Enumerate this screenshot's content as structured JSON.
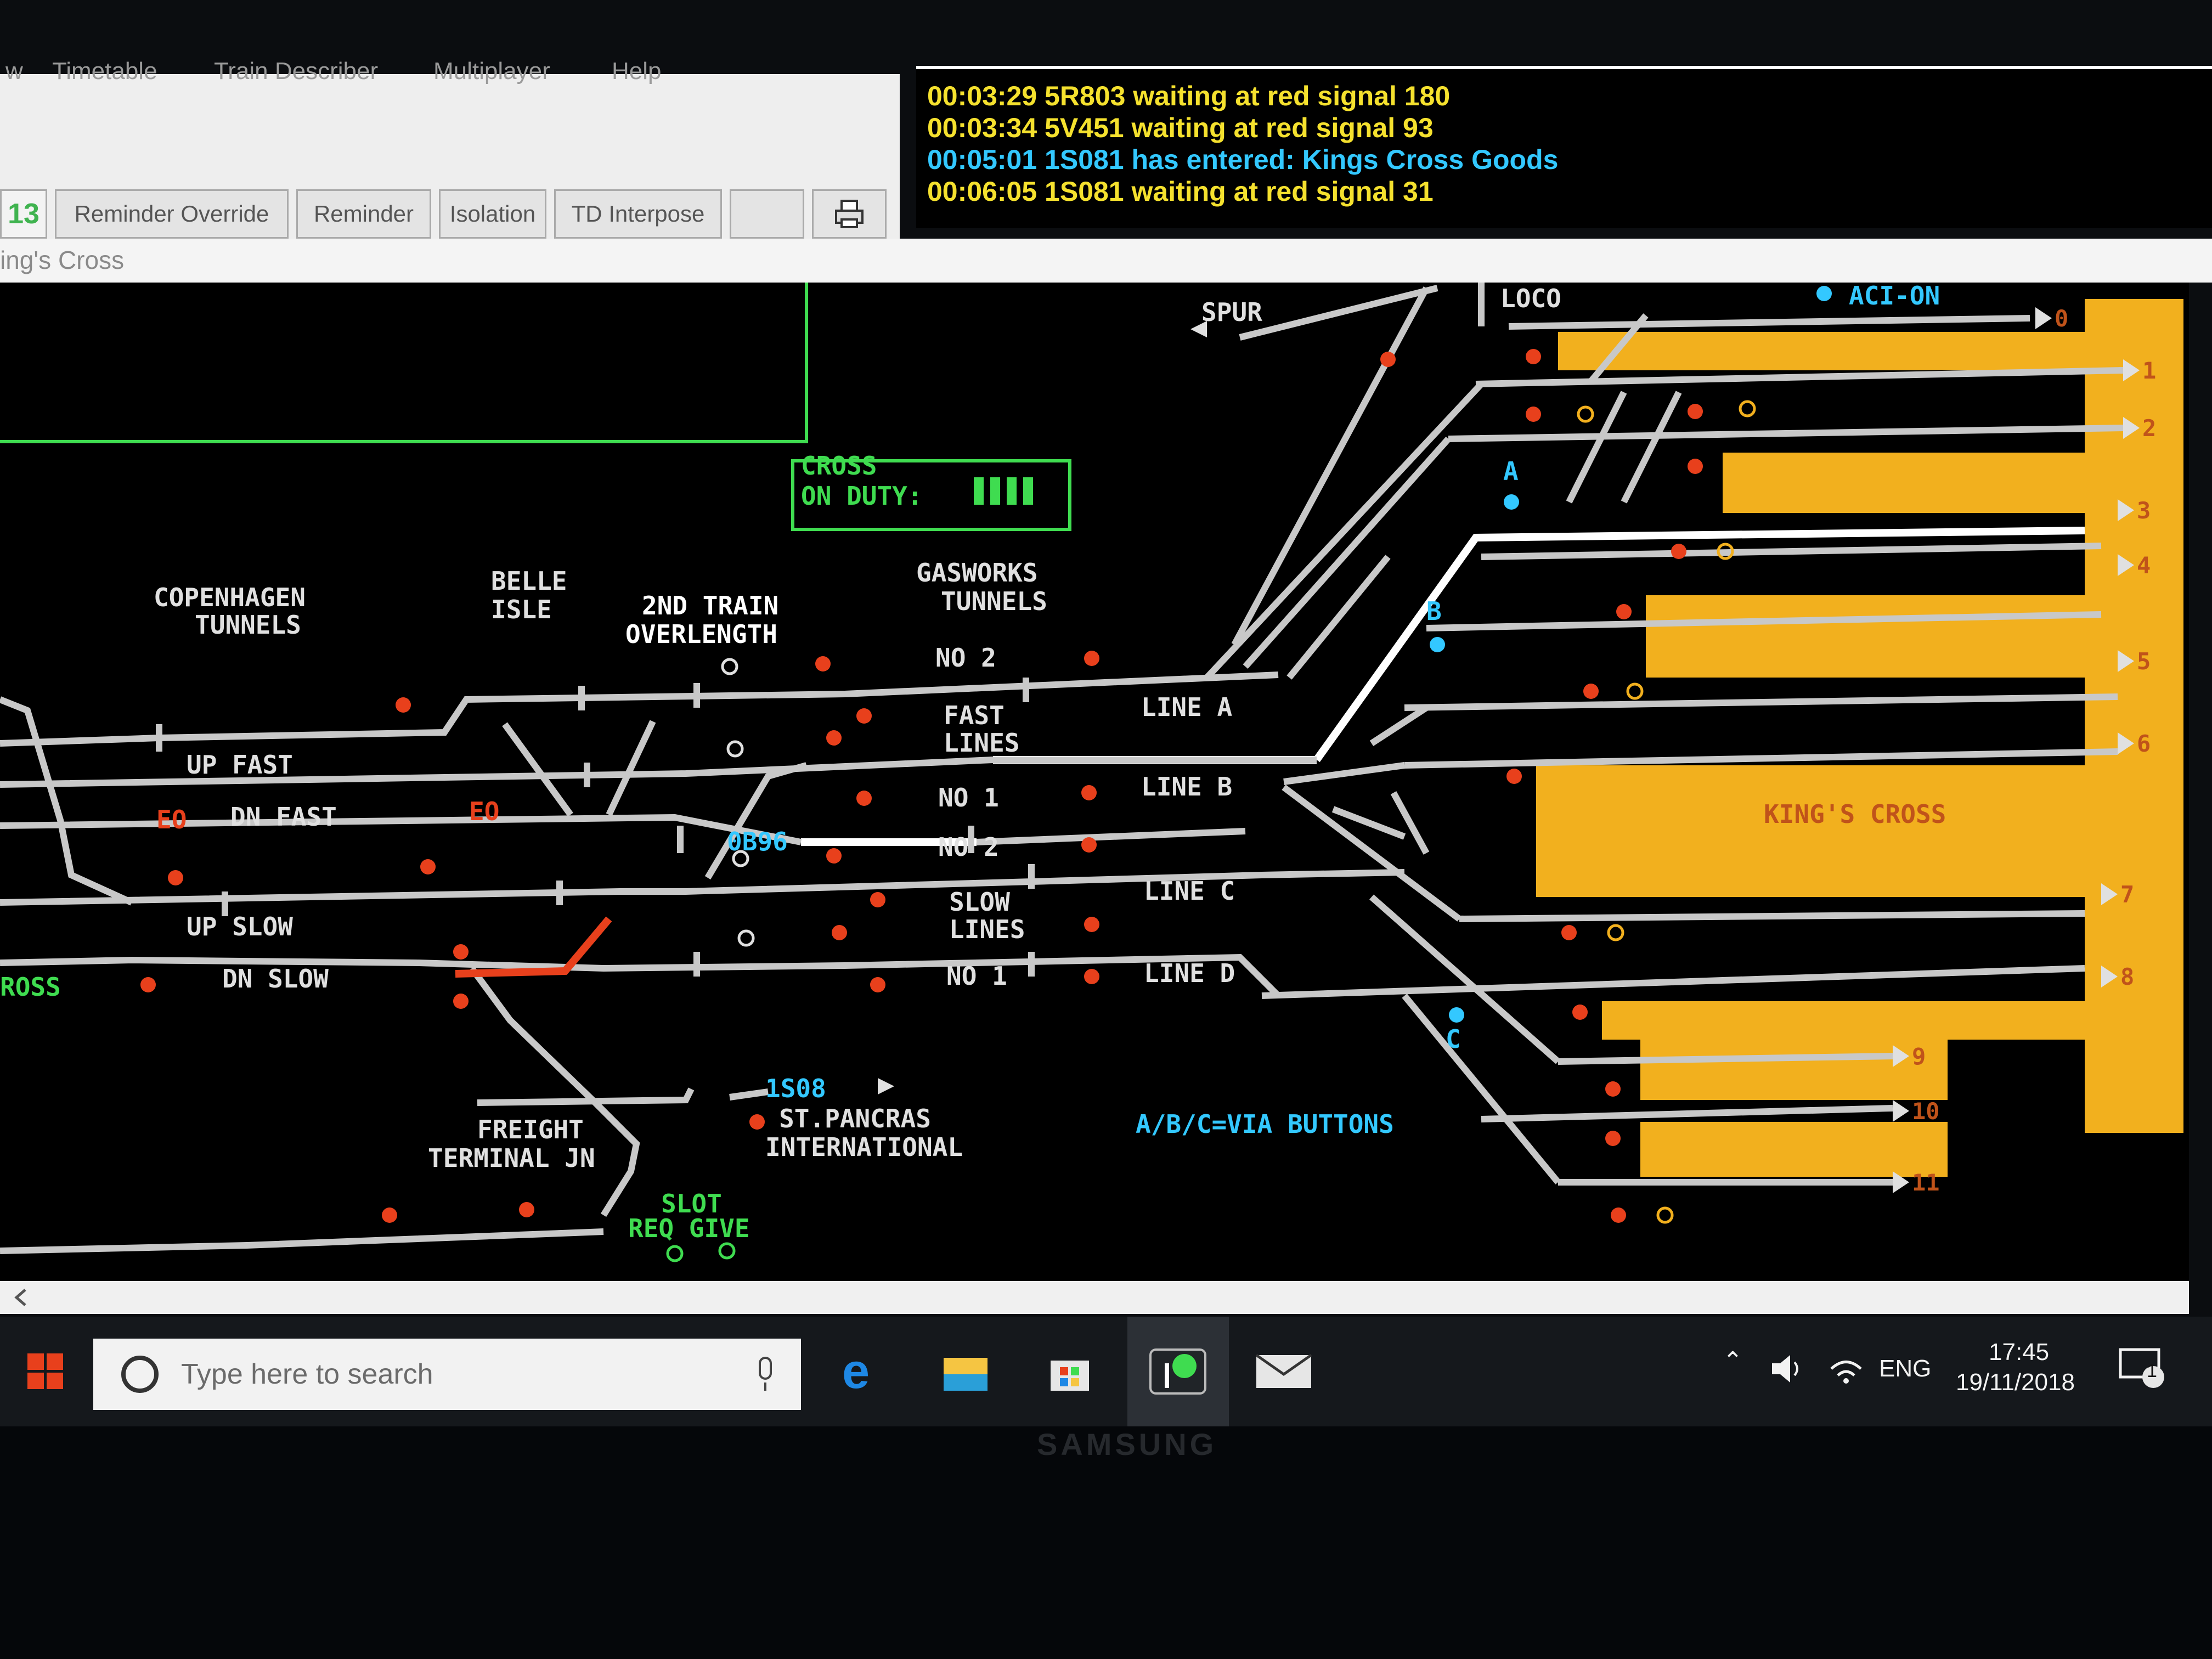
{
  "app": {
    "window_title": "ing's Cross",
    "menu": [
      "w",
      "Timetable",
      "Train Describer",
      "Multiplayer",
      "Help"
    ],
    "counter": "13",
    "toolbar": [
      "Reminder Override",
      "Reminder",
      "Isolation",
      "TD Interpose"
    ]
  },
  "messages": [
    {
      "text": "00:03:29 5R803 waiting at red signal 180",
      "color": "#f5e12e"
    },
    {
      "text": "00:03:34 5V451 waiting at red signal 93",
      "color": "#f5e12e"
    },
    {
      "text": "00:05:01 1S081 has entered: Kings Cross Goods",
      "color": "#33c8ff"
    },
    {
      "text": "00:06:05 1S081 waiting at red signal 31",
      "color": "#f5e12e"
    }
  ],
  "panel": {
    "cross_box": {
      "title": "CROSS",
      "duty": "ON DUTY:"
    },
    "labels": {
      "copenhagen": [
        "COPENHAGEN",
        "TUNNELS"
      ],
      "belle_isle": [
        "BELLE",
        "ISLE"
      ],
      "overlength": [
        "2ND TRAIN",
        "OVERLENGTH"
      ],
      "gasworks": [
        "GASWORKS",
        "TUNNELS"
      ],
      "fast_lines": [
        "FAST",
        "LINES"
      ],
      "slow_lines": [
        "SLOW",
        "LINES"
      ],
      "up_fast": "UP FAST",
      "dn_fast": "DN FAST",
      "up_slow": "UP SLOW",
      "dn_slow": "DN SLOW",
      "no2_upper": "NO 2",
      "no1_upper": "NO 1",
      "no2_lower": "NO 2",
      "no1_lower": "NO 1",
      "line_a": "LINE A",
      "line_b": "LINE B",
      "line_c": "LINE C",
      "line_d": "LINE D",
      "spur": "SPUR",
      "loco": "LOCO",
      "aci_on": "ACI-ON",
      "via_a": "A",
      "via_b": "B",
      "via_c": "C",
      "kings_cross": "KING'S CROSS",
      "freight": [
        "FREIGHT",
        "TERMINAL JN"
      ],
      "st_pancras": [
        "ST.PANCRAS",
        "INTERNATIONAL"
      ],
      "via_buttons": "A/B/C=VIA BUTTONS",
      "slot": [
        "SLOT",
        "REQ GIVE"
      ],
      "cross_left": "ROSS",
      "eo": "EO",
      "td_0b96": "0B96",
      "td_1s08": "1S08"
    },
    "platforms": [
      "0",
      "1",
      "2",
      "3",
      "4",
      "5",
      "6",
      "7",
      "8",
      "9",
      "10",
      "11"
    ],
    "colors": {
      "track": "#c8c8c8",
      "route_set": "#ffffff",
      "route_red": "#e8401c",
      "platform": "#f2b01e",
      "signal_red": "#e8401c",
      "label": "#e0e0e0",
      "cyan": "#33c8ff",
      "green": "#3fdc50",
      "platform_label": "#c0531a"
    }
  },
  "taskbar": {
    "search_placeholder": "Type here to search",
    "lang": "ENG",
    "time": "17:45",
    "date": "19/11/2018",
    "notifications": "1"
  },
  "monitor": {
    "brand": "SAMSUNG"
  }
}
